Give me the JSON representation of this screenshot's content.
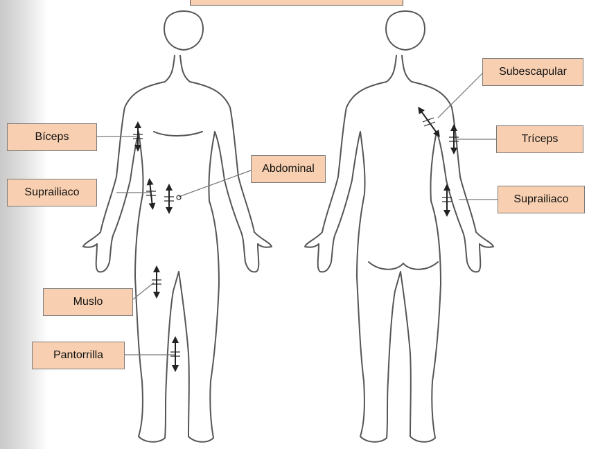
{
  "diagram": {
    "colors": {
      "label_fill": "#f8cfb0",
      "label_border": "#7a7a7a",
      "outline": "#555555",
      "marker": "#222222"
    },
    "front_labels": {
      "biceps": "Bíceps",
      "suprailiaco": "Suprailiaco",
      "abdominal": "Abdominal",
      "muslo": "Muslo",
      "pantorrilla": "Pantorrilla"
    },
    "back_labels": {
      "subescapular": "Subescapular",
      "triceps": "Tríceps",
      "suprailiaco": "Suprailiaco"
    }
  }
}
